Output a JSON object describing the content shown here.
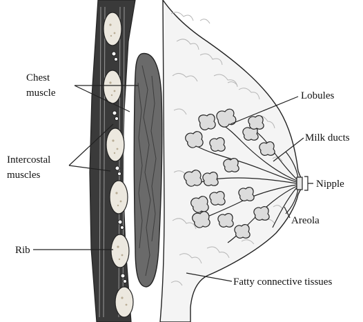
{
  "labels": {
    "chest_muscle_line1": "Chest",
    "chest_muscle_line2": "muscle",
    "intercostal_line1": "Intercostal",
    "intercostal_line2": "muscles",
    "rib": "Rib",
    "lobules": "Lobules",
    "milk_ducts": "Milk ducts",
    "nipple": "Nipple",
    "areola": "Areola",
    "fatty_connective_tissues": "Fatty connective tissues"
  },
  "colors": {
    "line": "#222222",
    "muscle_dark": "#5a5a5a",
    "muscle_mid": "#8a8a8a",
    "tissue_light": "#f4f4f4",
    "lobule_fill": "#dcdcdc",
    "rib_fill": "#ece8df"
  }
}
